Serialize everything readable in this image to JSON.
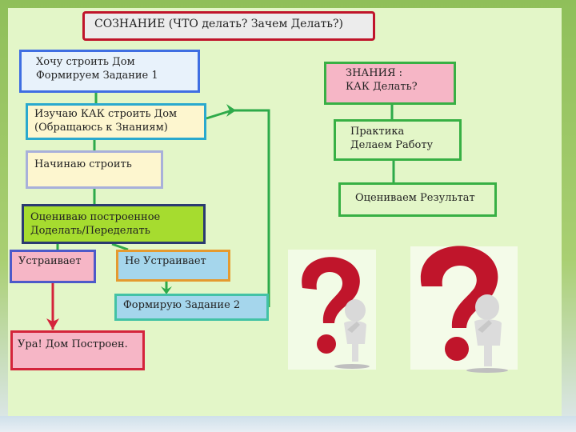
{
  "title_box": "СОЗНАНИЕ  (ЧТО делать? Зачем Делать?)",
  "boxes": {
    "want": "Хочу строить Дом\nФормируем Задание 1",
    "study": "Изучаю КАК строить Дом\n(Обращаюсь к Знаниям)",
    "start": "Начинаю строить",
    "evaluate": "Оцениваю построенное\nДоделать/Переделать",
    "satisfies": "Устраивает",
    "not_satisfies": "Не Устраивает",
    "task2": "Формирую Задание 2",
    "done": "Ура! Дом Построен.",
    "knowledge": "ЗНАНИЯ :\nКАК Делать?",
    "practice": "Практика\nДелаем Работу",
    "result": "Оцениваем Результат"
  },
  "colors": {
    "connector_green": "#2eaa4a",
    "connector_red": "#d4243b",
    "question_mark": "#c0152b"
  },
  "icons": [
    "question-person-figure-small",
    "question-person-figure-large"
  ]
}
